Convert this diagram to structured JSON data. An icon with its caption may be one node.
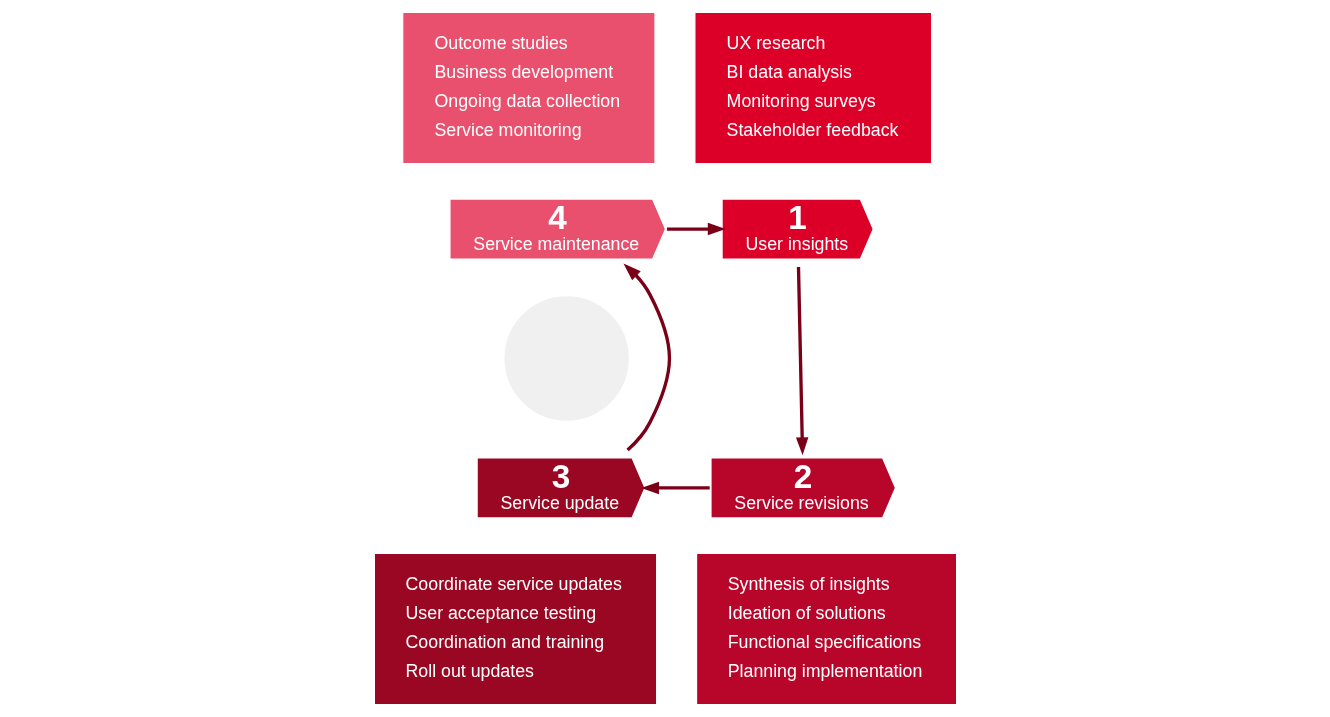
{
  "diagram": {
    "nodes": [
      {
        "text": [
          "Outcome studies",
          "Business development",
          "Ongoing data collection",
          "Service monitoring"
        ]
      },
      {
        "text": [
          "UX research",
          "BI data analysis",
          "Monitoring surveys",
          "Stakeholder feedback"
        ]
      },
      {
        "text": [
          "4",
          "Service maintenance"
        ]
      },
      {
        "text": [
          "1",
          "User insights"
        ]
      },
      {
        "text": [],
        "shape": "circle"
      },
      {
        "text": [
          "3",
          "Service update"
        ]
      },
      {
        "text": [
          "2",
          "Service revisions"
        ]
      },
      {
        "text": [
          "Coordinate service updates",
          "User acceptance testing",
          "Coordination and training",
          "Roll out updates"
        ]
      },
      {
        "text": [
          "Synthesis of insights",
          "Ideation of solutions",
          "Functional specifications",
          "Planning implementation"
        ]
      }
    ],
    "edges": [
      {
        "from": 3,
        "to": 6,
        "arrow": "to"
      },
      {
        "from": 6,
        "to": 5,
        "arrow": "to"
      },
      {
        "from": 5,
        "to": 2,
        "arrow": "to"
      },
      {
        "from": 2,
        "to": 3,
        "arrow": "to"
      }
    ]
  }
}
